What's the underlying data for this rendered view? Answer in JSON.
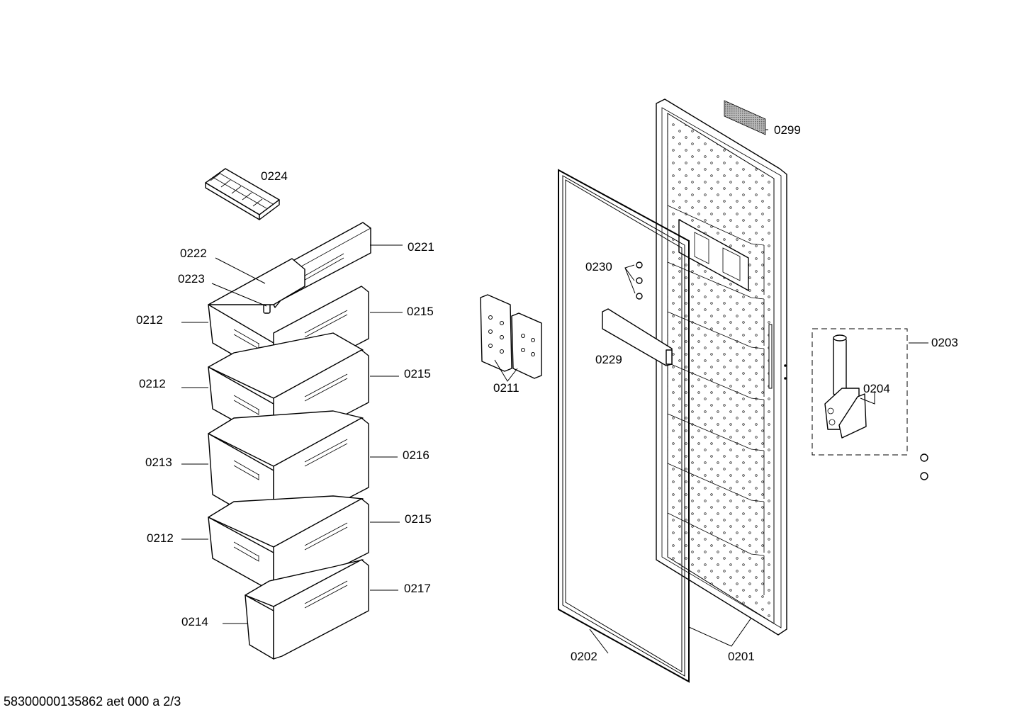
{
  "labels": {
    "l0224": "0224",
    "l0221": "0221",
    "l0222": "0222",
    "l0223": "0223",
    "l0212a": "0212",
    "l0215a": "0215",
    "l0212b": "0212",
    "l0215b": "0215",
    "l0213": "0213",
    "l0216": "0216",
    "l0212c": "0212",
    "l0215c": "0215",
    "l0214": "0214",
    "l0217": "0217",
    "l0211": "0211",
    "l0230": "0230",
    "l0229": "0229",
    "l0202": "0202",
    "l0201": "0201",
    "l0299": "0299",
    "l0203": "0203",
    "l0204": "0204"
  },
  "footer": "58300000135862 aet 000 a 2/3"
}
